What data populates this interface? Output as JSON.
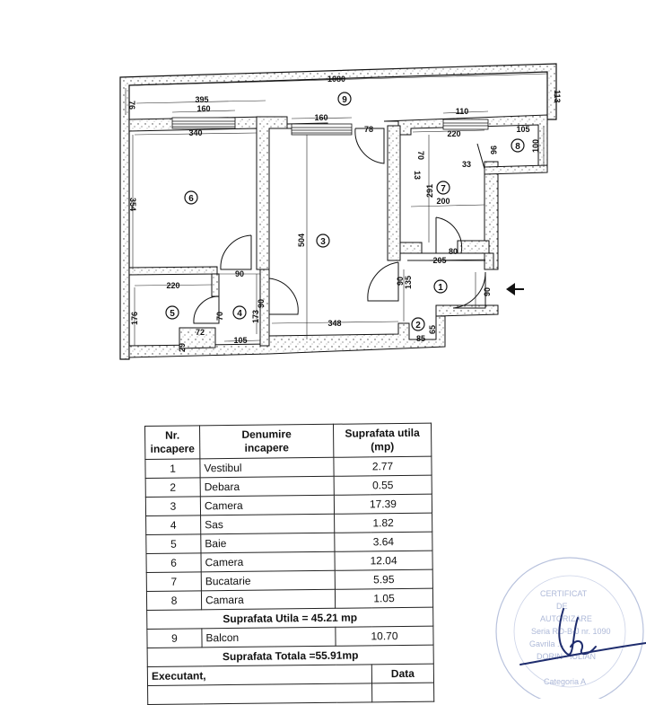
{
  "floor_plan": {
    "rooms": [
      {
        "nr": "1",
        "label": "1"
      },
      {
        "nr": "2",
        "label": "2"
      },
      {
        "nr": "3",
        "label": "3"
      },
      {
        "nr": "4",
        "label": "4"
      },
      {
        "nr": "5",
        "label": "5"
      },
      {
        "nr": "6",
        "label": "6"
      },
      {
        "nr": "7",
        "label": "7"
      },
      {
        "nr": "8",
        "label": "8"
      },
      {
        "nr": "9",
        "label": "9"
      }
    ],
    "dimensions": {
      "balcony_length": "1080",
      "balcony_depth_left": "76",
      "balcony_depth_right": "113",
      "room6_outer": "395",
      "window_room6": "160",
      "room6_width": "340",
      "room6_depth": "354",
      "window_room3": "160",
      "door_balcony": "78",
      "room3_depth": "504",
      "room3_width": "348",
      "window_kitchen": "110",
      "kitchen_top": "220",
      "kitchen_70": "70",
      "kitchen_13": "13",
      "kitchen_depth": "291",
      "kitchen_width": "200",
      "kitchen_door": "80",
      "pantry_width": "105",
      "pantry_depth": "100",
      "pantry_96": "96",
      "pantry_33": "33",
      "hall_width": "205",
      "hall_door_left": "90",
      "hall_depth": "135",
      "entry_door": "90",
      "closet_depth": "65",
      "closet_width": "85",
      "room6_door": "90",
      "sas_door": "90",
      "sas_depth": "173",
      "sas_bath_door": "70",
      "sas_width": "105",
      "bath_width": "220",
      "bath_depth": "176",
      "bath_72": "72",
      "bath_29": "29"
    },
    "entry_arrow": "arrow-left"
  },
  "table": {
    "headers": {
      "nr": "Nr. incapere",
      "nr_line1": "Nr.",
      "nr_line2": "incapere",
      "name_line1": "Denumire",
      "name_line2": "incapere",
      "area_line1": "Suprafata utila",
      "area_line2": "(mp)"
    },
    "rows": [
      {
        "nr": "1",
        "name": "Vestibul",
        "area": "2.77"
      },
      {
        "nr": "2",
        "name": "Debara",
        "area": "0.55"
      },
      {
        "nr": "3",
        "name": "Camera",
        "area": "17.39"
      },
      {
        "nr": "4",
        "name": "Sas",
        "area": "1.82"
      },
      {
        "nr": "5",
        "name": "Baie",
        "area": "3.64"
      },
      {
        "nr": "6",
        "name": "Camera",
        "area": "12.04"
      },
      {
        "nr": "7",
        "name": "Bucatarie",
        "area": "5.95"
      },
      {
        "nr": "8",
        "name": "Camara",
        "area": "1.05"
      }
    ],
    "useful_total": "Suprafata Utila = 45.21 mp",
    "balcony": {
      "nr": "9",
      "name": "Balcon",
      "area": "10.70"
    },
    "grand_total": "Suprafata Totala =55.91mp",
    "executant_label": "Executant,",
    "date_label": "Data"
  },
  "stamp": {
    "color": "#6b7fb0",
    "signature_color": "#1a2a6a"
  }
}
